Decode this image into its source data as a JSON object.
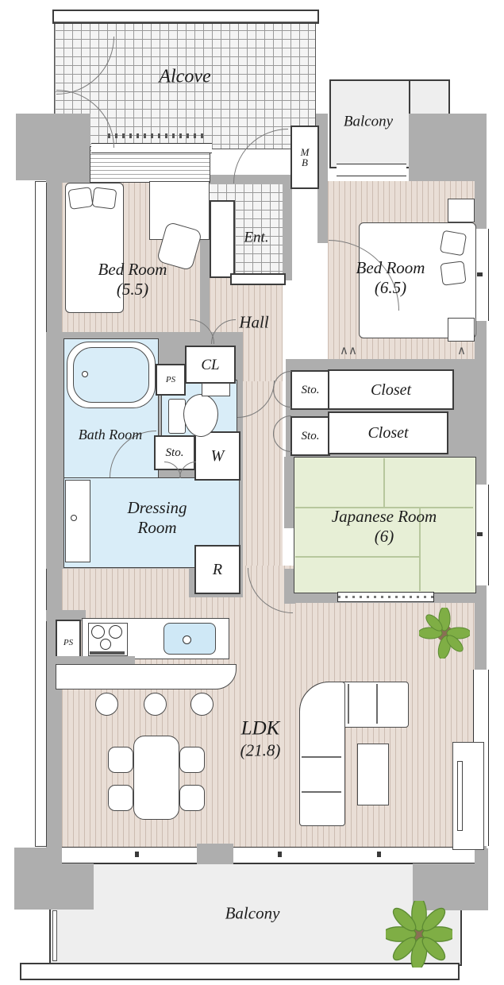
{
  "rooms": {
    "alcove": {
      "label": "Alcove"
    },
    "balcony_top": {
      "label": "Balcony"
    },
    "meter_box": {
      "l1": "M",
      "l2": "B"
    },
    "entrance": {
      "label": "Ent."
    },
    "bedroom_55": {
      "label": "Bed Room",
      "size": "(5.5)"
    },
    "bedroom_65": {
      "label": "Bed Room",
      "size": "(6.5)"
    },
    "hall": {
      "label": "Hall"
    },
    "cl": {
      "label": "CL"
    },
    "ps_top": {
      "label": "PS"
    },
    "bath": {
      "label": "Bath Room"
    },
    "sto_bath": {
      "label": "Sto."
    },
    "washer": {
      "label": "W"
    },
    "dressing": {
      "l1": "Dressing",
      "l2": "Room"
    },
    "fridge": {
      "label": "R"
    },
    "sto_hall_1": {
      "label": "Sto."
    },
    "sto_hall_2": {
      "label": "Sto."
    },
    "closet_1": {
      "label": "Closet"
    },
    "closet_2": {
      "label": "Closet"
    },
    "japanese": {
      "label": "Japanese Room",
      "size": "(6)"
    },
    "ps_kitchen": {
      "label": "PS"
    },
    "ldk": {
      "label": "LDK",
      "size": "(21.8)"
    },
    "balcony_bottom": {
      "label": "Balcony"
    }
  },
  "colors": {
    "wall": "#aeaeae",
    "wood_floor": "#e9ded6",
    "wood_stripe": "#ccbcb1",
    "tile": "#f4f4f4",
    "tatami": "#e7efd6",
    "water_blue": "#d9edf8",
    "balcony_floor": "#eeeeee",
    "plant_green": "#7fae45"
  }
}
